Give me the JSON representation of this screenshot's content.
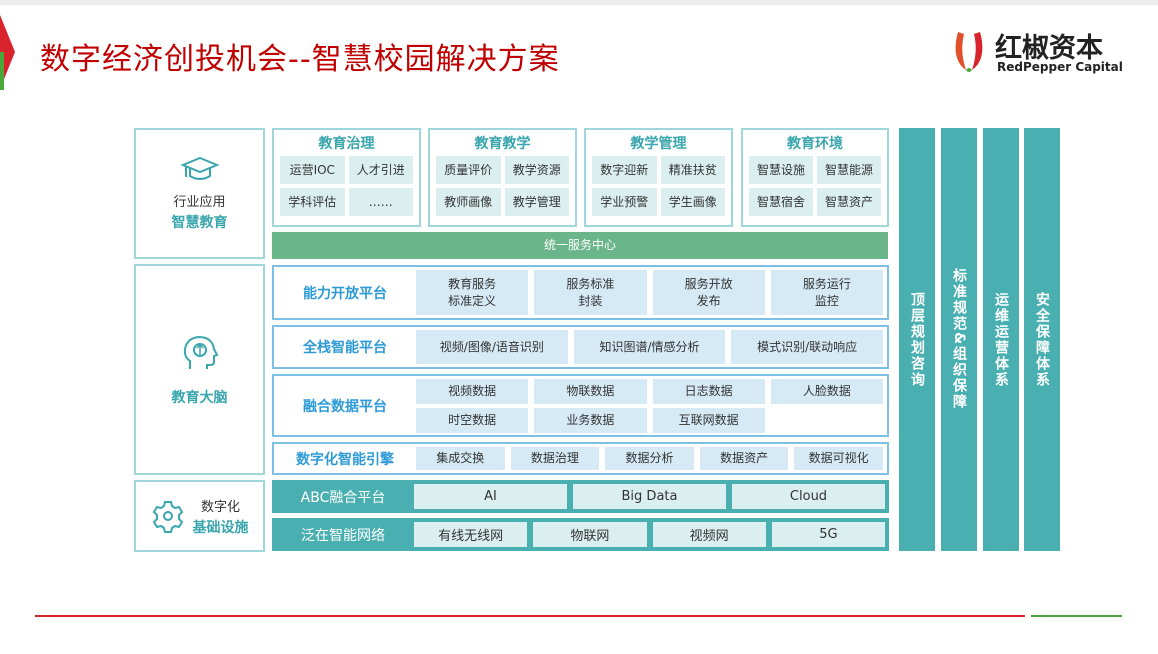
{
  "header": {
    "title": "数字经济创投机会--智慧校园解决方案",
    "logo_cn": "红椒资本",
    "logo_en": "RedPepper Capital"
  },
  "left": {
    "app": {
      "line1": "行业应用",
      "line2": "智慧教育"
    },
    "brain": {
      "line2": "教育大脑"
    },
    "infra": {
      "line1": "数字化",
      "line2": "基础设施"
    }
  },
  "cards": [
    {
      "title": "教育治理",
      "items": [
        "运营IOC",
        "人才引进",
        "学科评估",
        "……"
      ]
    },
    {
      "title": "教育教学",
      "items": [
        "质量评价",
        "教学资源",
        "教师画像",
        "教学管理"
      ]
    },
    {
      "title": "教学管理",
      "items": [
        "数字迎新",
        "精准扶贫",
        "学业预警",
        "学生画像"
      ]
    },
    {
      "title": "教育环境",
      "items": [
        "智慧设施",
        "智慧能源",
        "智慧宿舍",
        "智慧资产"
      ]
    }
  ],
  "service_center": "统一服务中心",
  "platforms": [
    {
      "name": "能力开放平台",
      "items": [
        "教育服务\n标准定义",
        "服务标准\n封装",
        "服务开放\n发布",
        "服务运行\n监控"
      ]
    },
    {
      "name": "全栈智能平台",
      "items": [
        "视频/图像/语音识别",
        "知识图谱/情感分析",
        "模式识别/联动响应"
      ]
    },
    {
      "name": "融合数据平台",
      "items": [
        "视频数据",
        "物联数据",
        "日志数据",
        "人脸数据",
        "时空数据",
        "业务数据",
        "互联网数据"
      ]
    },
    {
      "name": "数字化智能引擎",
      "items": [
        "集成交换",
        "数据治理",
        "数据分析",
        "数据资产",
        "数据可视化"
      ]
    }
  ],
  "infra_platforms": [
    {
      "name": "ABC融合平台",
      "items": [
        "AI",
        "Big Data",
        "Cloud"
      ]
    },
    {
      "name": "泛在智能网络",
      "items": [
        "有线无线网",
        "物联网",
        "视频网",
        "5G"
      ]
    }
  ],
  "columns": [
    "顶层规划咨询",
    "标准规范&组织保障",
    "运维运营体系",
    "安全保障体系"
  ],
  "colors": {
    "title": "#c00000",
    "teal": "#4aafb0",
    "green": "#6ab58a",
    "blue": "#2f9bd6"
  }
}
